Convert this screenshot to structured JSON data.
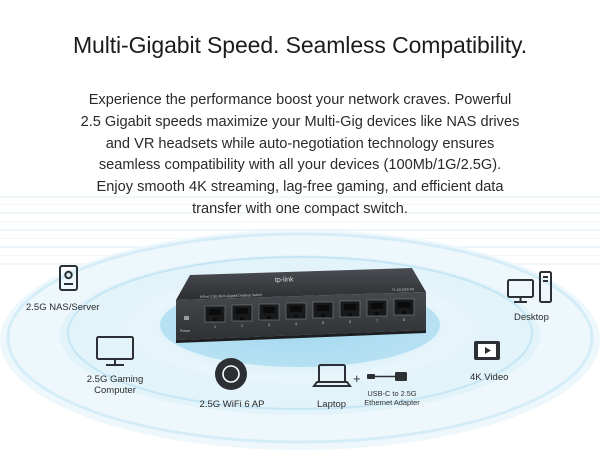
{
  "headline": "Multi-Gigabit Speed. Seamless Compatibility.",
  "description_lines": [
    "Experience the performance boost your network craves. Powerful",
    "2.5 Gigabit speeds maximize your Multi-Gig devices like NAS drives",
    "and VR headsets while auto-negotiation technology ensures",
    "seamless compatibility with all your devices (100Mb/1G/2.5G).",
    "Enjoy smooth 4K streaming, lag-free gaming, and efficient data",
    "transfer with one compact switch."
  ],
  "switch": {
    "brand": "tp-link",
    "front_text": "8-Port 2.5G Multi-Gigabit Desktop Switch",
    "model": "TL-SG108S-M2",
    "power_label": "Power",
    "port_numbers": [
      "1",
      "2",
      "3",
      "4",
      "5",
      "6",
      "7",
      "8"
    ]
  },
  "devices": {
    "nas": {
      "label": "2.5G NAS/Server",
      "icon": "nas-server-icon"
    },
    "desktop": {
      "label": "Desktop",
      "icon": "desktop-computer-icon"
    },
    "gaming": {
      "label_line1": "2.5G Gaming",
      "label_line2": "Computer",
      "icon": "monitor-icon"
    },
    "wifi_ap": {
      "label": "2.5G WiFi 6 AP",
      "icon": "wifi-access-point-icon"
    },
    "laptop": {
      "label": "Laptop",
      "icon": "laptop-icon"
    },
    "adapter": {
      "label_line1": "USB-C to 2.5G",
      "label_line2": "Ethernet Adapter",
      "icon": "usb-adapter-icon",
      "plus": "+"
    },
    "video4k": {
      "label": "4K Video",
      "icon": "video-play-icon"
    }
  },
  "colors": {
    "ring_outer": "#eaf6fc",
    "ring_mid": "#cdebf8",
    "ring_inner": "#a9dcf2",
    "switch_body": "#3b3e42",
    "switch_top": "#2a2c2f",
    "icon_dark": "#2c2f33",
    "stripe": "#e3f1f8"
  }
}
